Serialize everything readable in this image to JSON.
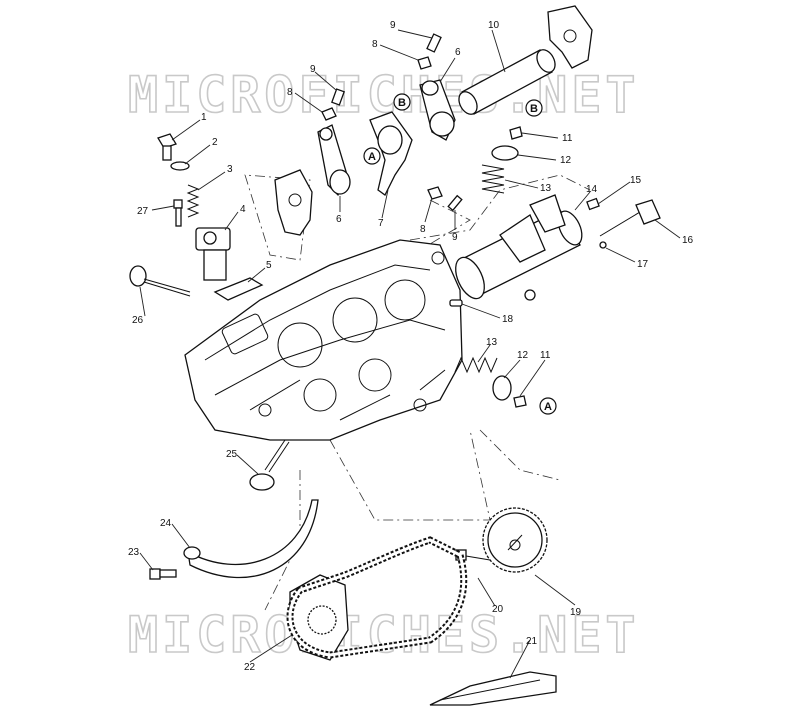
{
  "watermark": {
    "text": "MICROFICHES.NET"
  },
  "reference_markers": {
    "a": "A",
    "b": "B"
  },
  "callouts": [
    "1",
    "2",
    "3",
    "4",
    "5",
    "6",
    "6",
    "7",
    "8",
    "8",
    "8",
    "9",
    "9",
    "9",
    "10",
    "11",
    "11",
    "12",
    "12",
    "13",
    "13",
    "14",
    "15",
    "16",
    "17",
    "18",
    "19",
    "20",
    "21",
    "22",
    "23",
    "24",
    "25",
    "26",
    "27"
  ]
}
